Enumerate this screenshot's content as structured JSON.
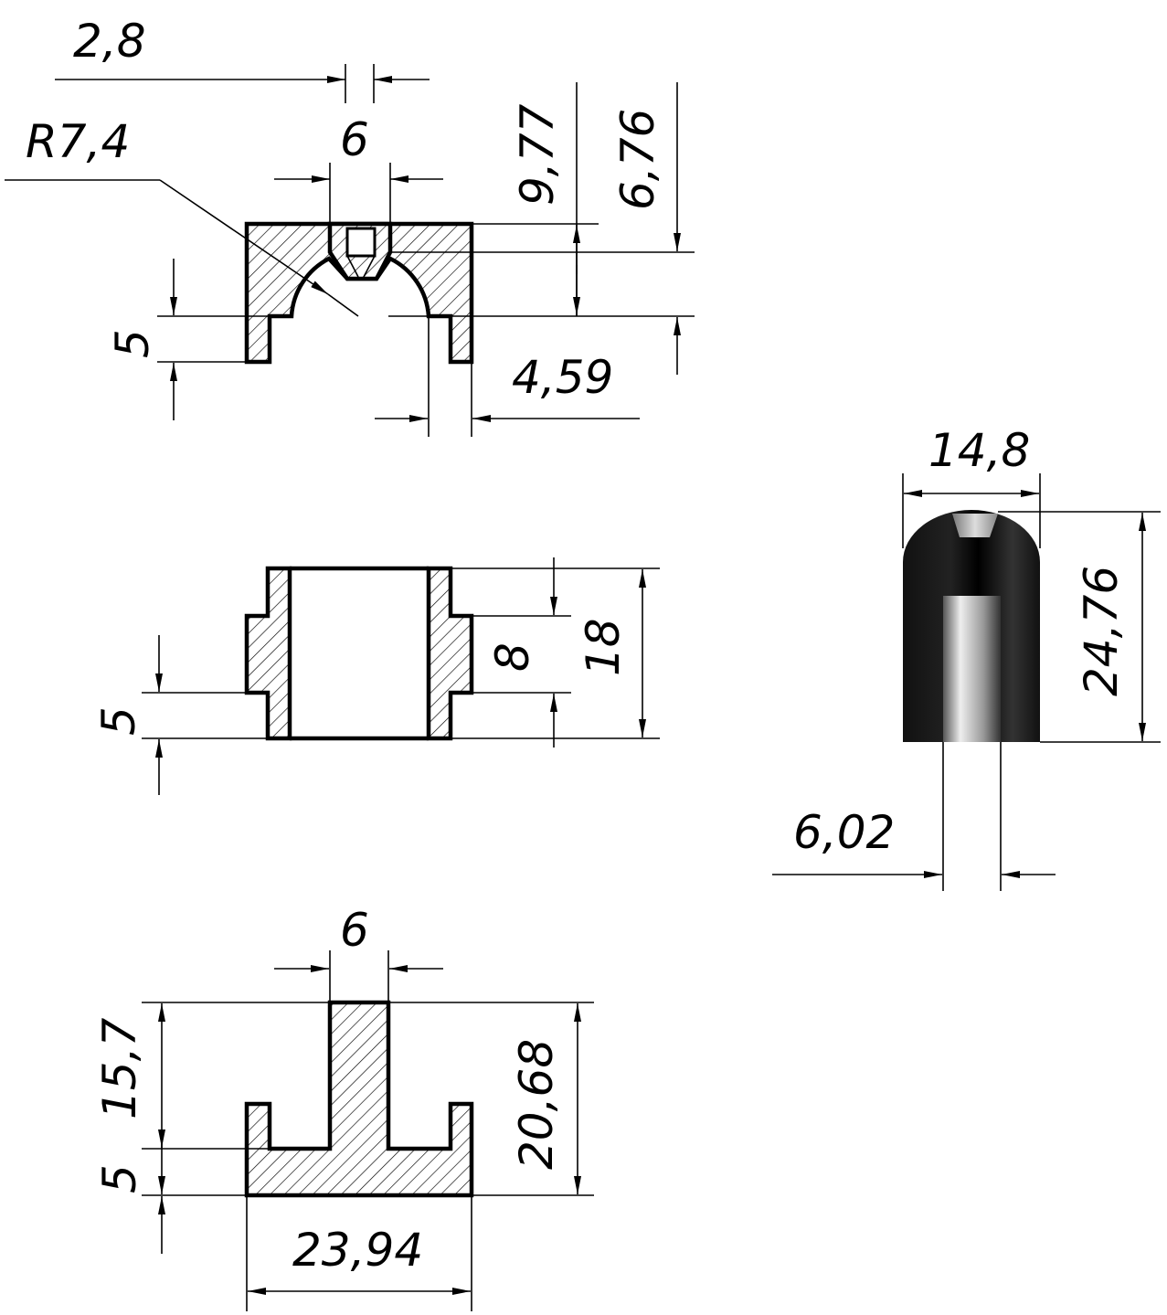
{
  "colors": {
    "ink": "#000000",
    "paper": "#ffffff",
    "shade_light": "#e8e8e8"
  },
  "views": {
    "top": {
      "dim_2_8": "2,8",
      "dim_r7_4": "R7,4",
      "dim_6": "6",
      "dim_9_77": "9,77",
      "dim_6_76": "6,76",
      "dim_5": "5",
      "dim_4_59": "4,59"
    },
    "middle": {
      "dim_5": "5",
      "dim_8": "8",
      "dim_18": "18"
    },
    "bottom": {
      "dim_6": "6",
      "dim_15_7": "15,7",
      "dim_5": "5",
      "dim_20_68": "20,68",
      "dim_23_94": "23,94"
    },
    "side": {
      "dim_14_8": "14,8",
      "dim_24_76": "24,76",
      "dim_6_02": "6,02"
    }
  }
}
